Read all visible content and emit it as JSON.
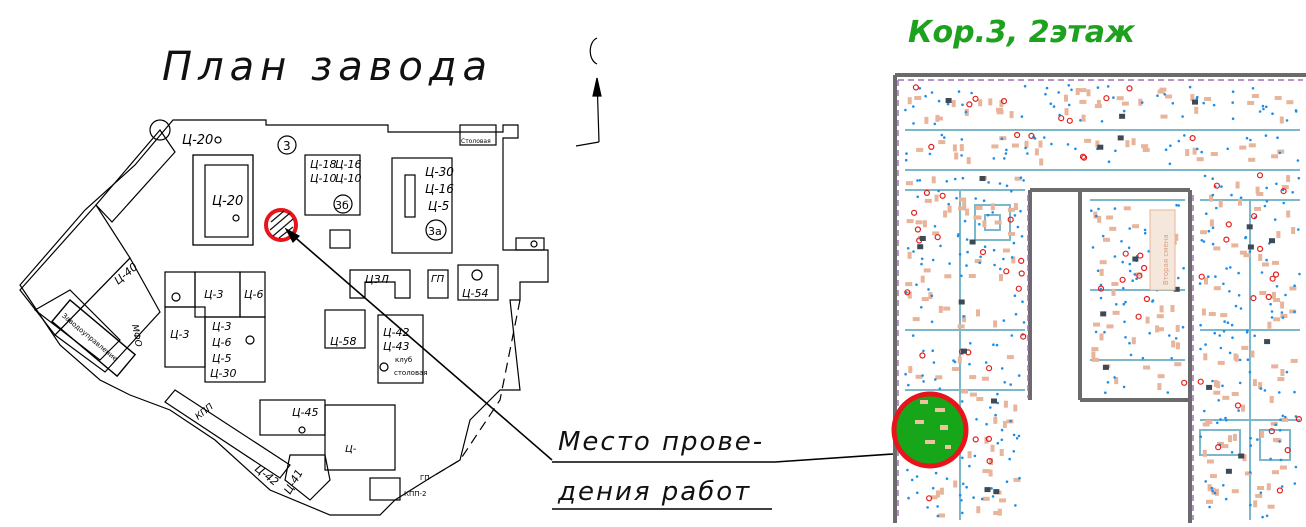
{
  "left_map": {
    "title": "План завода",
    "north": "С",
    "work_site_label_line1": "Место прове-",
    "work_site_label_line2": "дения работ",
    "workshops": {
      "c20_top": "Ц-20",
      "c20": "Ц-20",
      "c18": "Ц-18",
      "c16": "Ц-16",
      "c10a": "Ц-10",
      "c10b": "Ц-10",
      "c30": "Ц-30",
      "c16b": "Ц-16",
      "c5": "Ц-5",
      "c3a": "Ц-3",
      "c6a": "Ц-6",
      "c3b": "Ц-3",
      "c3c": "Ц-3",
      "c6b": "Ц-6",
      "c5b": "Ц-5",
      "c30b": "Ц-30",
      "c58": "Ц-58",
      "c42": "Ц-42",
      "c43": "Ц-43",
      "czl": "ЦЗЛ",
      "gp": "ГП",
      "c54": "Ц-54",
      "c45": "Ц-45",
      "c4x": "Ц-",
      "c40": "Ц-40",
      "c42b": "Ц-42",
      "c41": "Ц-41",
      "kpp": "КПП",
      "mfo": "МФО"
    },
    "buildings": {
      "b3": "3",
      "b3b": "3б",
      "b3a": "3а"
    },
    "small_labels": {
      "stolovaya_top": "Столовая",
      "stolovaya_mid": "столовая",
      "zavodoupravlenie": "Заводоуправление",
      "klub": "клуб",
      "kpp2": "КПП-2",
      "gp2": "ГП"
    }
  },
  "right_map": {
    "title": "Кор.3, 2этаж",
    "room_label": "Вторая смена"
  },
  "colors": {
    "marker_red": "#e8141b",
    "marker_green": "#17a51a",
    "title_green": "#1ea11e",
    "wall_grey": "#6b6b6b",
    "wall_blue": "#7bb8cc",
    "furniture": "#e8b49a",
    "dash_purple": "#a070b0"
  }
}
